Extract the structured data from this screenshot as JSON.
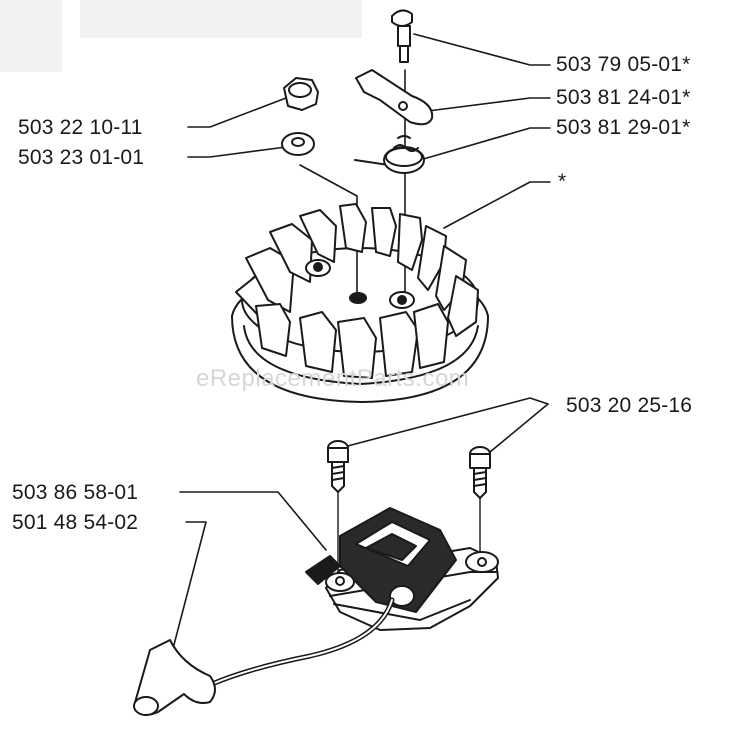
{
  "labels": {
    "p1": "503 79 05-01*",
    "p2": "503 81 24-01*",
    "p3": "503 81 29-01*",
    "p4": "*",
    "p5": "503 22 10-11",
    "p6": "503 23 01-01",
    "p7": "503 20 25-16",
    "p8": "503 86 58-01",
    "p9": "501 48 54-02"
  },
  "watermark": "eReplacementParts.com",
  "colors": {
    "ink": "#1a1a1a",
    "watermark": "#d6d6d6"
  }
}
